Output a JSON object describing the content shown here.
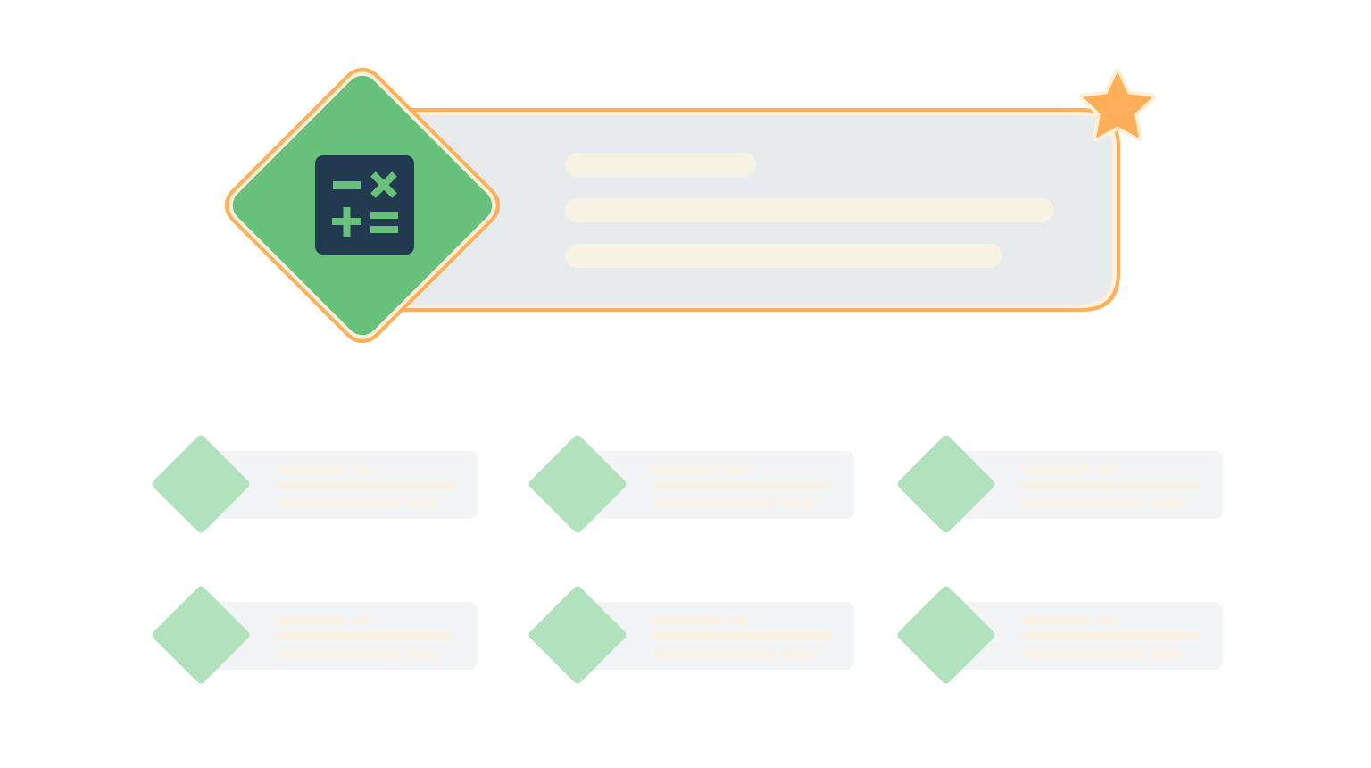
{
  "colors": {
    "background": "#ffffff",
    "accent_orange": "#ffaf5a",
    "halo_cream": "#fdf0d8",
    "featured_panel": "#e7ebee",
    "primary_green": "#67c17a",
    "icon_navy": "#223a50",
    "placeholder_bar": "#f6f2e4",
    "secondary_green": "#b2e1be",
    "secondary_panel": "#f3f4f6",
    "secondary_bar": "#f8f3e6"
  },
  "featured_card": {
    "icon": "calculator-icon",
    "badge_icon": "star-icon",
    "selected": true,
    "text_placeholder_lines": 3
  },
  "card_grid": {
    "rows": 2,
    "columns": 3,
    "card_icon": "diamond-icon",
    "text_placeholder_lines": 3
  }
}
